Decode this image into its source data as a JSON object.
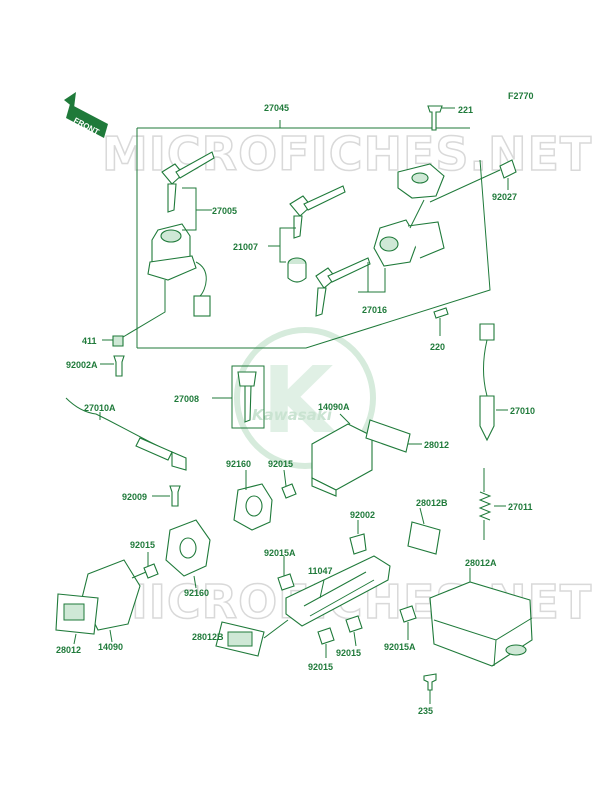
{
  "figure_code": "F2770",
  "front_label": "FRONT",
  "watermark": "MICROFICHES.NET",
  "logo_text": "Kawasaki",
  "logo_mark": "K",
  "colors": {
    "line": "#1f7a3a",
    "fill": "#cfe8d6",
    "watermark": "#d9d9d9"
  },
  "labels": {
    "p27045": "27045",
    "p221": "221",
    "p27005": "27005",
    "p92027": "92027",
    "p21007": "21007",
    "p27016": "27016",
    "p411": "411",
    "p220": "220",
    "p92002A": "92002A",
    "p27008": "27008",
    "p14090A": "14090A",
    "p27010A": "27010A",
    "p27010": "27010",
    "p28012_top": "28012",
    "p92160_top": "92160",
    "p92015_top": "92015",
    "p92009": "92009",
    "p28012B_top": "28012B",
    "p27011": "27011",
    "p92002": "92002",
    "p92015_left": "92015",
    "p92015A_mid": "92015A",
    "p11047": "11047",
    "p28012A": "28012A",
    "p92160_bot": "92160",
    "p28012_bot": "28012",
    "p14090": "14090",
    "p28012B_bot": "28012B",
    "p92015_bot1": "92015",
    "p92015_bot2": "92015",
    "p92015A_right": "92015A",
    "p235": "235"
  }
}
